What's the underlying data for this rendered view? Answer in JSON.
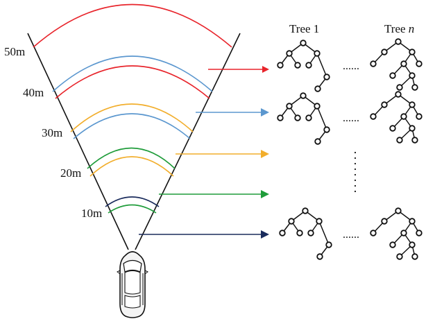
{
  "distances": [
    "10m",
    "20m",
    "30m",
    "40m",
    "50m"
  ],
  "tree_header": {
    "first_label": "Tree 1",
    "last_prefix": "Tree ",
    "last_var": "n"
  },
  "ellipsis": "......",
  "colors": {
    "red": "#e8242b",
    "blue": "#5b97cf",
    "yellow": "#f2ae2c",
    "green": "#1f9c3a",
    "navy": "#1a2b5c",
    "line": "#111111"
  }
}
